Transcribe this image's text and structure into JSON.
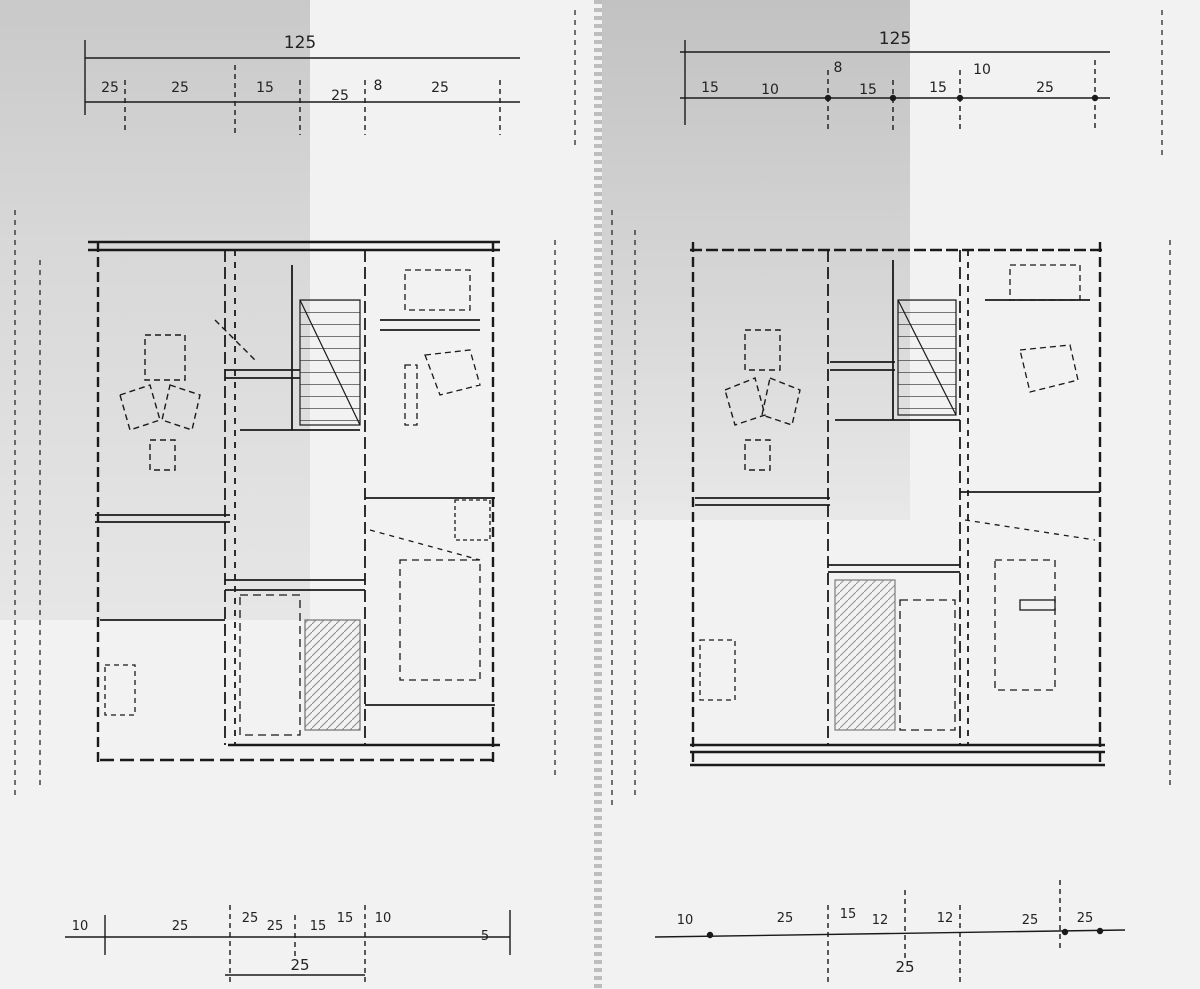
{
  "drawing": {
    "colors": {
      "ink": "#1a1a1a",
      "paper": "#f2f2f2",
      "wash": "#cfcfcf"
    },
    "plan_left": {
      "top_total": "125",
      "top_segments": [
        "25",
        "25",
        "15",
        "25",
        "8",
        "25"
      ],
      "bottom_total": "25",
      "bottom_segments": [
        "10",
        "25",
        "25",
        "25",
        "15",
        "15",
        "10",
        "5"
      ]
    },
    "plan_right": {
      "top_total": "125",
      "top_segments": [
        "15",
        "10",
        "8",
        "15",
        "15",
        "10",
        "25"
      ],
      "bottom_total": "25",
      "bottom_segments": [
        "10",
        "25",
        "15",
        "12",
        "12",
        "25",
        "25"
      ]
    }
  }
}
